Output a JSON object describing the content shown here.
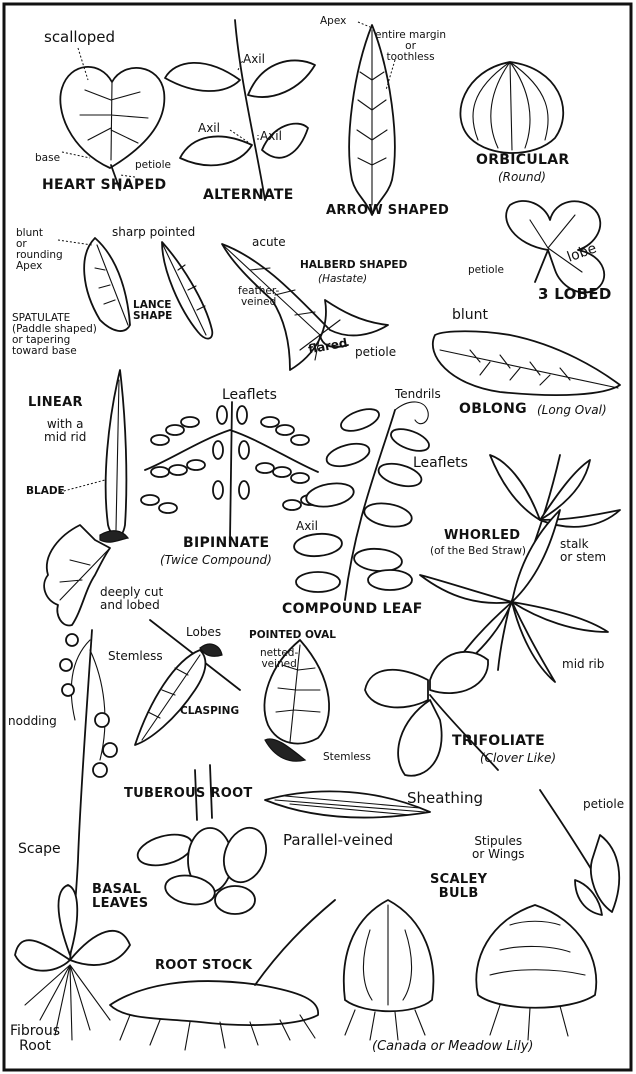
{
  "labels": {
    "scalloped": "scalloped",
    "base": "base",
    "petiole": "petiole",
    "heart_shaped": "HEART SHAPED",
    "axil_top": "Axil",
    "axil_left": "Axil",
    "axil_right": "Axil",
    "alternate": "ALTERNATE",
    "apex": "Apex",
    "entire_margin": "entire margin\nor\ntoothless",
    "arrow_shaped": "ARROW SHAPED",
    "orbicular": "ORBICULAR",
    "orbicular_sub": "(Round)",
    "blunt_apex": "blunt\nor\nrounding\nApex",
    "sharp_pointed": "sharp pointed",
    "acute": "acute",
    "halberd_shaped": "HALBERD SHAPED",
    "halberd_sub": "(Hastate)",
    "feather_veined": "feather-\nveined",
    "lance_shape": "LANCE\nSHAPE",
    "spatulate": "SPATULATE\n(Paddle shaped)\nor tapering\ntoward base",
    "flared": "flared",
    "petiole_halberd": "petiole",
    "lobe": "lobe",
    "petiole_lobed": "petiole",
    "three_lobed": "3 LOBED",
    "blunt": "blunt",
    "oblong": "OBLONG",
    "oblong_sub": "(Long Oval)",
    "linear": "LINEAR",
    "with_mid_rid": "with a\nmid rid",
    "blade": "BLADE",
    "leaflets_bip": "Leaflets",
    "bipinnate": "BIPINNATE",
    "bipinnate_sub": "(Twice Compound)",
    "tendrils": "Tendrils",
    "leaflets_comp": "Leaflets",
    "axil_comp": "Axil",
    "compound_leaf": "COMPOUND LEAF",
    "whorled": "WHORLED",
    "whorled_sub": "(of the Bed Straw)",
    "stalk_or_stem": "stalk\nor stem",
    "mid_rib": "mid rib",
    "deeply_cut": "deeply cut\nand lobed",
    "stemless": "Stemless",
    "lobes": "Lobes",
    "clasping": "CLASPING",
    "pointed_oval": "POINTED OVAL",
    "netted_veined": "netted-\nveined",
    "stemless_small": "Stemless",
    "trifoliate": "TRIFOLIATE",
    "trifoliate_sub": "(Clover Like)",
    "nodding": "nodding",
    "tuberous_root": "TUBEROUS ROOT",
    "sheathing": "Sheathing",
    "parallel_veined": "Parallel-veined",
    "petiole_stip": "petiole",
    "stipules": "Stipules\nor Wings",
    "scape": "Scape",
    "basal_leaves": "BASAL\nLEAVES",
    "scaley_bulb": "SCALEY\nBULB",
    "root_stock": "ROOT STOCK",
    "fibrous_root": "Fibrous\nRoot",
    "canada_lily": "(Canada or Meadow Lily)"
  }
}
